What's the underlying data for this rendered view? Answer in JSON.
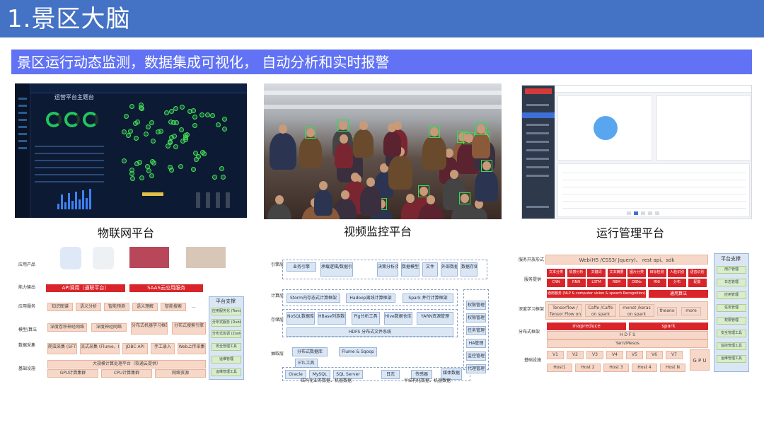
{
  "slide": {
    "title": "1.景区大脑",
    "subtitle": "景区运行动态监测，数据集成可视化， 自动分析和实时报警"
  },
  "tiles": {
    "iot": {
      "caption": "物联网平台",
      "screen_title": "运营平台主题台"
    },
    "video": {
      "caption": "视频监控平台"
    },
    "ops": {
      "caption": "运行管理平台"
    }
  },
  "colors": {
    "title_bar": "#4472c4",
    "subtitle_bar": "#6173f4",
    "diagram_red": "#d9252a"
  },
  "diagram1": {
    "layers": [
      "应用产品",
      "能力输出",
      "应用服务",
      "模型/算法",
      "数据采集",
      "基础设施"
    ],
    "capability": [
      "API调用（通联平台）",
      "SAAS云应用服务"
    ],
    "services": [
      "知识图谱",
      "语义分析",
      "智能预测",
      "语义理解",
      "智能搜索",
      "..."
    ],
    "models": [
      "深度卷积神经网络",
      "深度神经网络",
      "分布式机器学习框架",
      "分布式搜索引擎"
    ],
    "collection": [
      "爬虫采集 (SFTP)",
      "流式采集 (Flume，Kafka)",
      "JDBC API",
      "手工录入",
      "Web上传采集"
    ],
    "infra_top": "大规模计算处理平台（软通云提供）",
    "infra": [
      "GPU计算集群",
      "CPU计算集群",
      "网络资源"
    ],
    "support_title": "平台支撑",
    "support": [
      "应用服务化 (Tomcat)",
      "分布式服务 (Dubbo)",
      "分布式协调 (Zookeeper)",
      "安全管理工具",
      "运维管理",
      "运维管理工具"
    ]
  },
  "diagram2": {
    "layers": [
      "引擎层",
      "计算层",
      "存储层",
      "抽取层"
    ],
    "top": [
      "业务引擎",
      "承载逻辑/数据引擎",
      "决策分析/数据引擎",
      "数据模型",
      "文件",
      "外部数据接口",
      "数据存储"
    ],
    "compute": [
      "Storm内存态式计算框架",
      "Hadoop离线计算框架",
      "Spark 并行计算框架"
    ],
    "storage": [
      "NoSQL数据库",
      "HBase列族数据库",
      "Pig分析工具",
      "Hive数据仓库",
      "YARN资源管理"
    ],
    "hdfs": "HDFS 分布式文件系统",
    "extract": [
      "分布式数据库",
      "Flume & Sqoop",
      "ETL工具"
    ],
    "sources": [
      "Oracle",
      "MySQL",
      "SQL Server",
      "日志",
      "传感器",
      "媒体数据"
    ],
    "source_labels": [
      "结构化业务数据、机器数据",
      "半结构化数据、机器数据"
    ],
    "right": [
      "权限管理",
      "权限管理",
      "任务管理",
      "HA管理",
      "监控管理",
      "代理管理"
    ]
  },
  "diagram3": {
    "rows": [
      "服务开放形式",
      "服务提供",
      "深度学习框架",
      "分布式框架",
      "基础设施"
    ],
    "web": "Web(H5 /CSS3/ Jquery)、 rest api、sdk",
    "ai": [
      "文本分类",
      "情感分析",
      "关键词",
      "文本摘要",
      "图片分类",
      "目标检测",
      "人脸识别",
      "语音识别",
      "CNN",
      "RNN",
      "LSTM",
      "RBM",
      "DBNs",
      "RNI",
      "分布",
      "配置"
    ],
    "ai_note": "通用服务 (NLP & computer vision & speech Recognition)",
    "ai_note2": "通用算法",
    "frameworks": [
      "Tensorflow / Tensor Flow on spark",
      "Caffe /Caffe on spark",
      "mxnet /keras on spark",
      "theano",
      "more"
    ],
    "dist": [
      "mapreduce",
      "spark"
    ],
    "hdfs": "H D F S",
    "yarn": "Yarn/Mesos",
    "vms": [
      "V1",
      "V2",
      "V3",
      "V4",
      "V5",
      "V6",
      "V7"
    ],
    "hosts": [
      "Host1",
      "Host 2",
      "Host 3",
      "Host 4",
      "Host N"
    ],
    "gpu": "G P U",
    "support_title": "平台支撑",
    "support": [
      "用户管理",
      "日志管理",
      "应用管理",
      "任务管理",
      "权限管理",
      "安全管理工具",
      "监控管理工具",
      "运维管理工具"
    ]
  }
}
